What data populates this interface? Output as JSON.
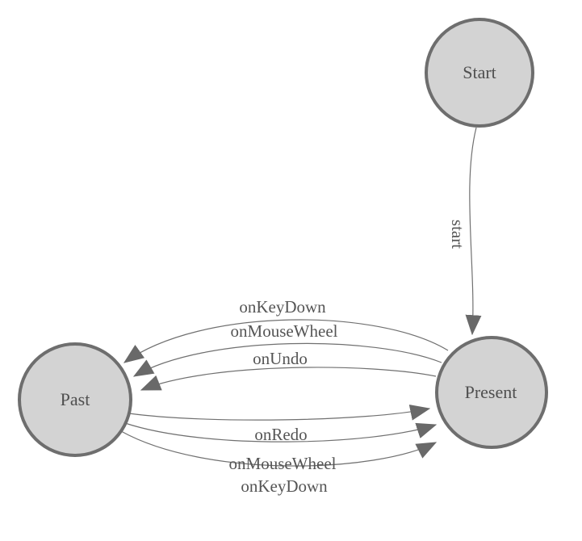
{
  "diagram": {
    "kind": "state-machine-graph",
    "colors": {
      "background": "#ffffff",
      "node_fill": "#d3d3d3",
      "node_border": "#6e6e6e",
      "edge_line": "#707070",
      "arrowhead": "#696969",
      "label_text": "#4f4f4f"
    },
    "nodes": [
      {
        "id": "start",
        "label": "Start"
      },
      {
        "id": "present",
        "label": "Present"
      },
      {
        "id": "past",
        "label": "Past"
      }
    ],
    "edges": [
      {
        "from": "Start",
        "to": "Present",
        "label": "start"
      },
      {
        "from": "Present",
        "to": "Past",
        "label": "onKeyDown"
      },
      {
        "from": "Present",
        "to": "Past",
        "label": "onMouseWheel"
      },
      {
        "from": "Present",
        "to": "Past",
        "label": "onUndo"
      },
      {
        "from": "Past",
        "to": "Present",
        "label": "onRedo"
      },
      {
        "from": "Past",
        "to": "Present",
        "label": "onMouseWheel"
      },
      {
        "from": "Past",
        "to": "Present",
        "label": "onKeyDown"
      }
    ]
  }
}
